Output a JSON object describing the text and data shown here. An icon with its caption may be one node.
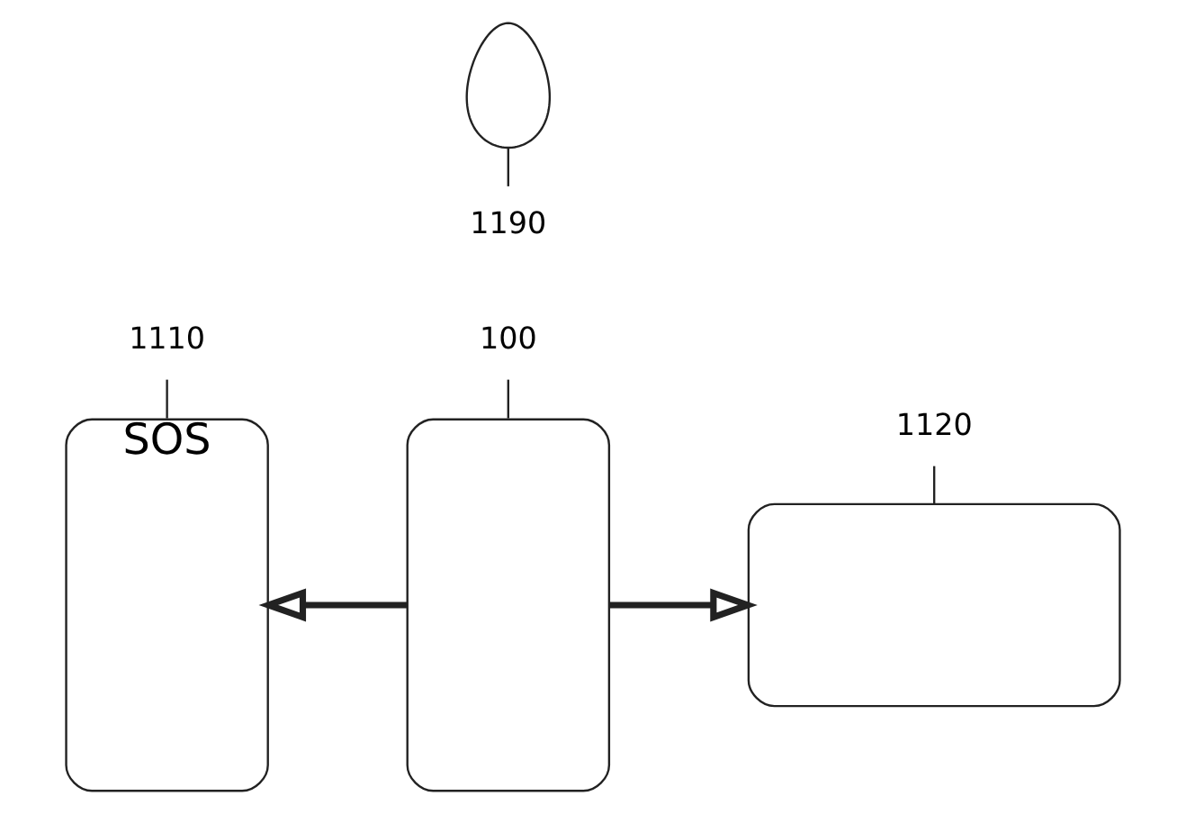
{
  "diagram": {
    "nodes": [
      {
        "text": [
          "1110"
        ]
      },
      {
        "text": [
          "SOS"
        ]
      },
      {
        "text": [
          "100"
        ]
      },
      {
        "text": [],
        "shape": "box"
      },
      {
        "text": [
          "1120"
        ]
      },
      {
        "text": [],
        "shape": "box"
      },
      {
        "text": [
          "1190"
        ]
      },
      {
        "text": [],
        "shape": "picture"
      }
    ],
    "edges": [
      {
        "from": 0,
        "to": 1,
        "arrow": "none"
      },
      {
        "from": 2,
        "to": 3,
        "arrow": "none"
      },
      {
        "from": 4,
        "to": 5,
        "arrow": "none"
      },
      {
        "from": 6,
        "to": 7,
        "arrow": "none"
      },
      {
        "from": 3,
        "to": 1,
        "arrow": "to",
        "style": "thick"
      },
      {
        "from": 3,
        "to": 5,
        "arrow": "to",
        "style": "thick"
      }
    ]
  }
}
